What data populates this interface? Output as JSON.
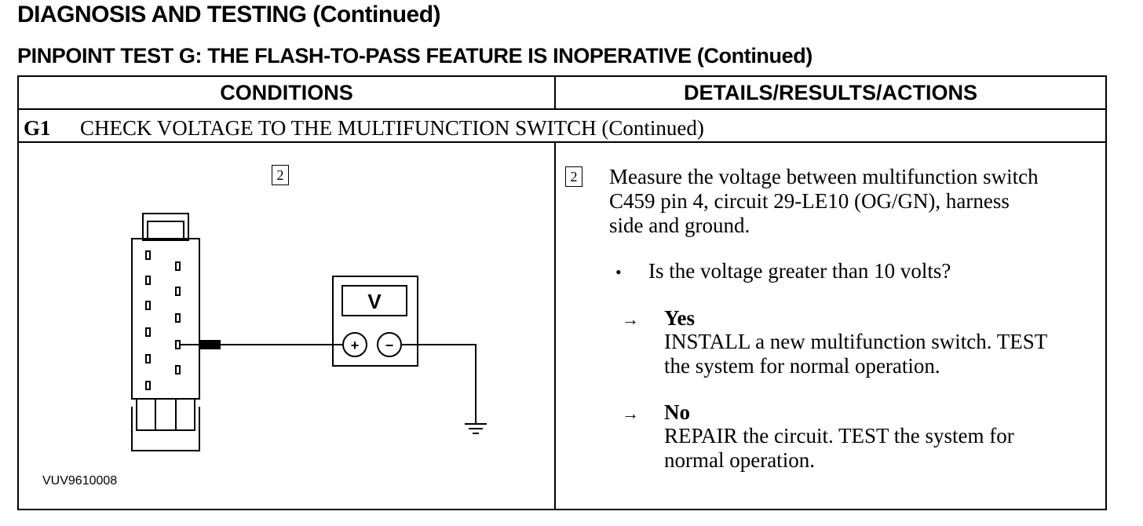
{
  "header": {
    "title": "DIAGNOSIS AND TESTING (Continued)",
    "subtitle": "PINPOINT TEST G: THE FLASH-TO-PASS FEATURE IS INOPERATIVE (Continued)"
  },
  "table": {
    "columns": [
      "CONDITIONS",
      "DETAILS/RESULTS/ACTIONS"
    ],
    "step": {
      "id": "G1",
      "title": "CHECK VOLTAGE TO THE MULTIFUNCTION SWITCH (Continued)"
    },
    "conditions": {
      "step_number": "2",
      "meter_label": "V",
      "plus_symbol": "+",
      "minus_symbol": "−",
      "diagram_code": "VUV9610008"
    },
    "details": {
      "step_number": "2",
      "instruction_lines": [
        "Measure the voltage between multifunction switch",
        "C459 pin 4, circuit 29-LE10 (OG/GN), harness",
        "side and ground."
      ],
      "bullet": "•",
      "question": "Is the voltage greater than 10 volts?",
      "arrow_symbol": "→",
      "results": [
        {
          "label": "Yes",
          "action_lines": [
            "INSTALL a new multifunction switch. TEST",
            "the system for normal operation."
          ]
        },
        {
          "label": "No",
          "action_lines": [
            "REPAIR the circuit. TEST the system for",
            "normal operation."
          ]
        }
      ]
    }
  }
}
